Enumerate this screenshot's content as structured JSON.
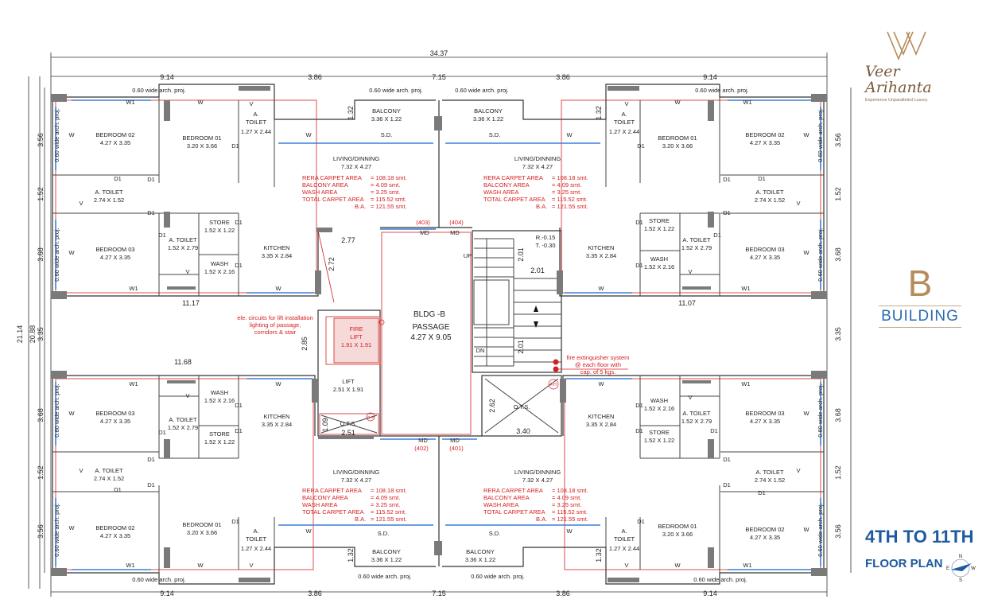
{
  "brand": {
    "name_line1": "Veer",
    "name_line2": "Arihanta",
    "tagline": "Experience Unparalleled Luxury.",
    "color": "#7a5a3a"
  },
  "building": {
    "letter": "B",
    "label": "BUILDING",
    "color": "#2a6ab0"
  },
  "floor": {
    "title": "4TH TO 11TH",
    "subtitle": "FLOOR PLAN",
    "color": "#1e5aa0"
  },
  "compass": {
    "n": "N",
    "e": "E",
    "s": "S",
    "w": "W"
  },
  "overall": {
    "width": "34.37",
    "depth": "21.14",
    "inner_depth": "20.88"
  },
  "top_dims": {
    "left": "9.14",
    "mid_left": "3.86",
    "center": "7.15",
    "mid_right": "3.86",
    "right": "9.14"
  },
  "bottom_dims": {
    "left": "9.14",
    "mid_left": "3.86",
    "center": "7.15",
    "mid_right": "3.86",
    "right": "9.14"
  },
  "side_dims": {
    "a": "3.56",
    "b": "1.52",
    "c": "3.68",
    "d": "3.35",
    "e": "3.68",
    "f": "1.52",
    "g": "3.56"
  },
  "middle_dims": {
    "top_left": "11.17",
    "top_right": "11.07",
    "bottom_left": "11.68",
    "passage_w": "2.77",
    "passage_h": "2.72",
    "lift_h": "2.85",
    "stair_a": "2.01",
    "stair_b": "2.01",
    "stair_c": "2.01",
    "ots_w": "3.40",
    "ots_h": "2.62",
    "ots2_w": "2.51",
    "ots2_h": "1.09",
    "balcony_h": "1.32"
  },
  "labels": {
    "arch_proj": "0.60 wide arch. proj.",
    "bedroom01": "BEDROOM 01",
    "bedroom01_size": "3.20 X 3.66",
    "bedroom02": "BEDROOM 02",
    "bedroom02_size": "4.27 X 3.35",
    "bedroom03": "BEDROOM 03",
    "bedroom03_size": "4.27 X 3.35",
    "atoilet": "A. TOILET",
    "toilet_small": "1.27 X 2.44",
    "toilet_a_size": "2.74 X 1.52",
    "toilet_b_size": "1.52 X 2.79",
    "store": "STORE",
    "store_size": "1.52 X 1.22",
    "wash": "WASH",
    "wash_size": "1.52 X 2.16",
    "kitchen": "KITCHEN",
    "kitchen_size": "3.35 X 2.84",
    "living": "LIVING/DINNING",
    "living_size": "7.32 X 4.27",
    "balcony": "BALCONY",
    "balcony_size": "3.36 X 1.22",
    "sd": "S.D.",
    "md": "MD",
    "up": "UP",
    "dn": "DN",
    "w": "W",
    "w1": "W1",
    "v": "V",
    "d1": "D1",
    "a": "A.",
    "toilet": "TOILET",
    "fire_lift": "FIRE",
    "fire_lift2": "LIFT",
    "fire_lift_size": "1.91 X 1.91",
    "lift": "LIFT",
    "lift_size": "2.51 X 1.91",
    "ots": "O.T.S.",
    "level": "R.-0.15",
    "level2": "T. -0.30",
    "bldg": "BLDG -B",
    "passage": "PASSAGE",
    "passage_size": "4.27 X 9.05",
    "ele1": "ele. circuits for lift installation",
    "ele2": "lighting of passage,",
    "ele3": "corridors & stair",
    "fire1": "fire extinguisher system",
    "fire2": "@ each floor with",
    "fire3": "cap. of 5 kgs.",
    "fh": "F.H",
    "gs": "G.S"
  },
  "units": {
    "u403": "(403)",
    "u404": "(404)",
    "u402": "(402)",
    "u401": "(401)"
  },
  "area": {
    "rera_label": "RERA CARPET AREA",
    "rera": "= 108.18 smt.",
    "balcony_label": "BALCONY  AREA",
    "balcony": "=   4.09 smt.",
    "wash_label": "WASH  AREA",
    "wash": "=   3.25 smt.",
    "total_label": "TOTAL CARPET AREA",
    "total": "= 115.52 smt.",
    "ba_label": "B.A.",
    "ba": "= 121.55 smt."
  }
}
